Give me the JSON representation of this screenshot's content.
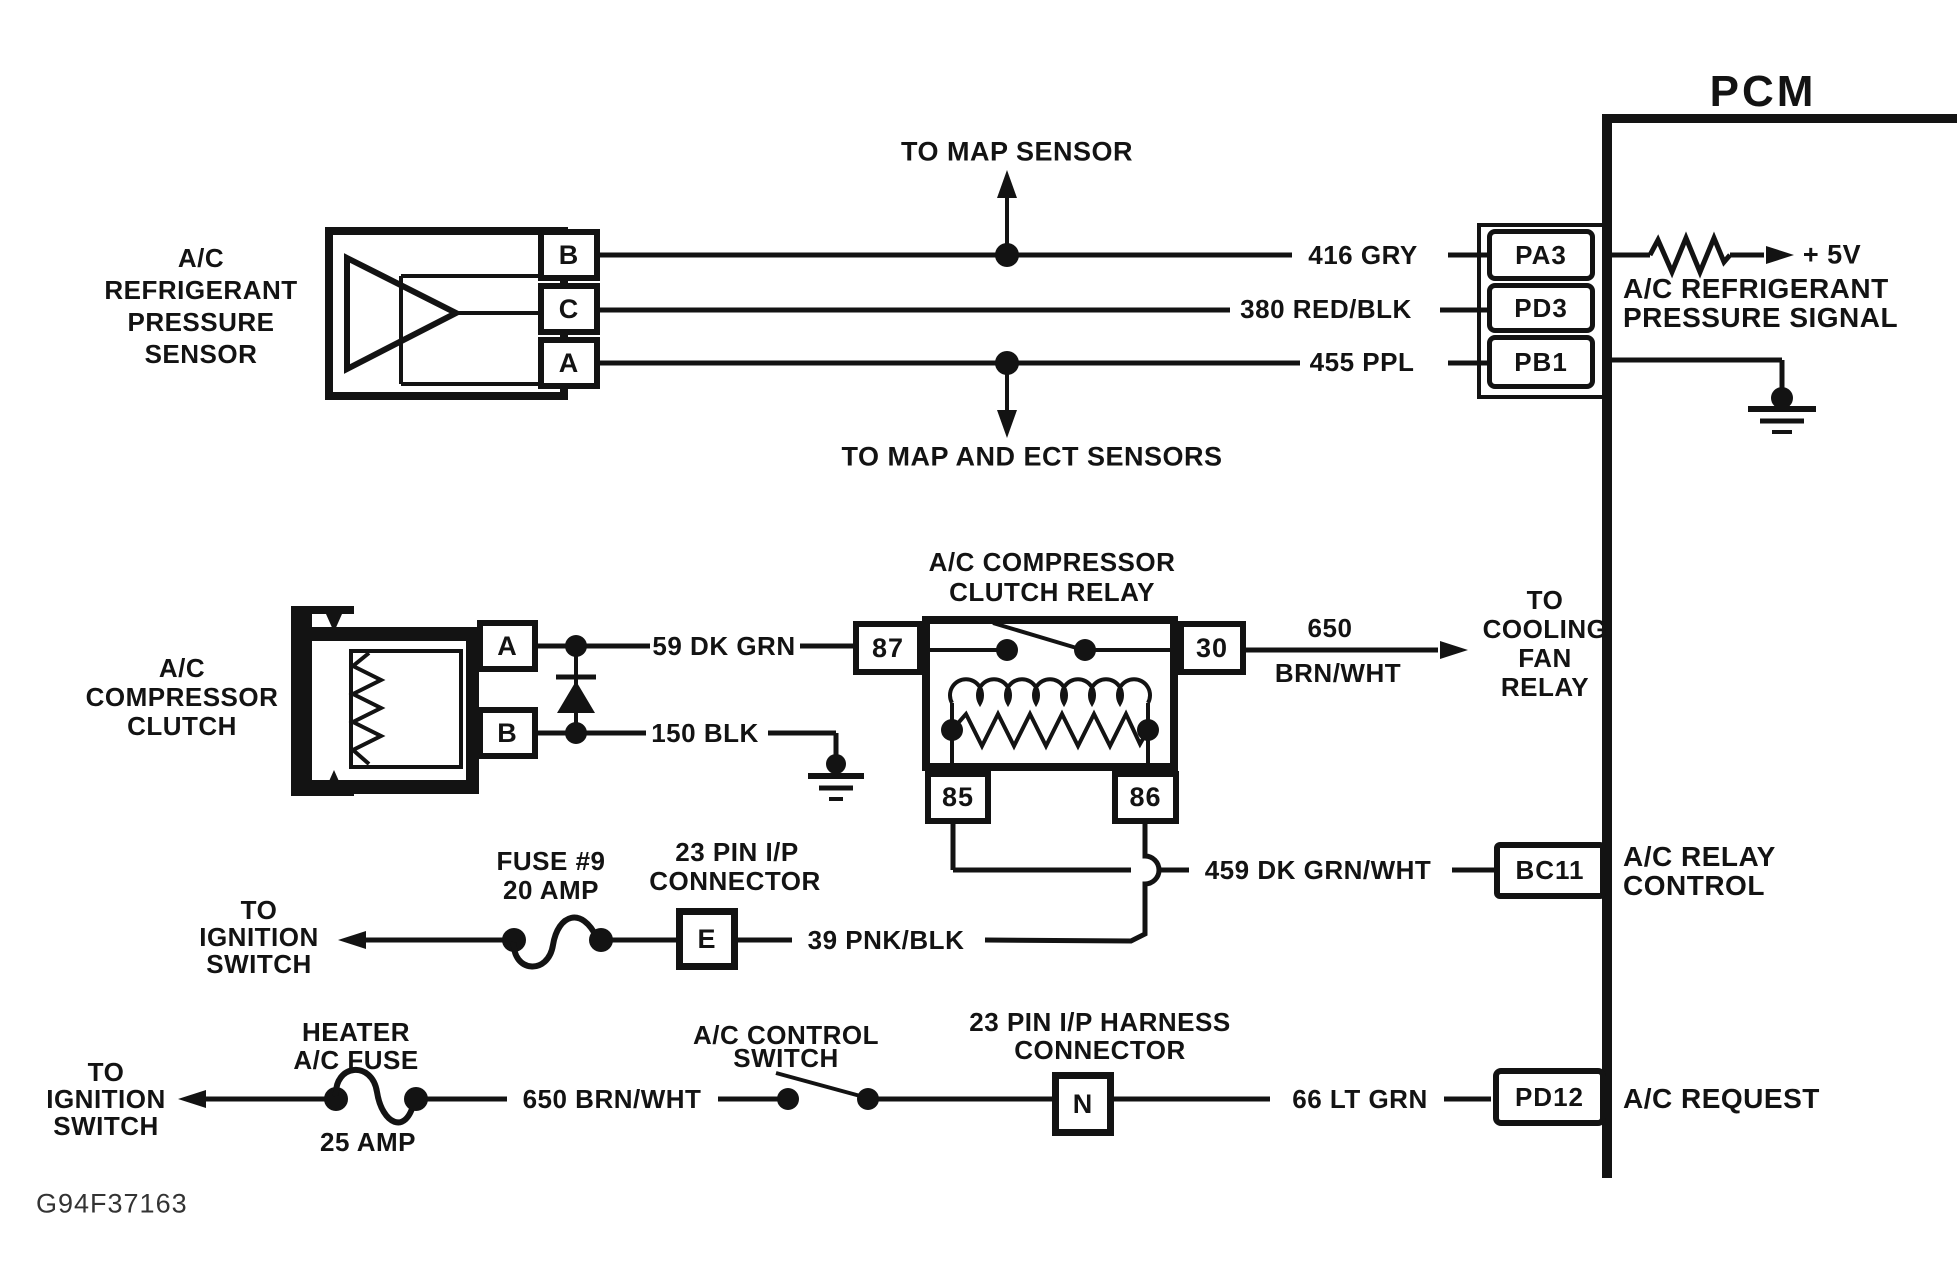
{
  "pcm": {
    "title": "PCM",
    "pins": {
      "pa3": "PA3",
      "pd3": "PD3",
      "pb1": "PB1",
      "bc11": "BC11",
      "pd12": "PD12"
    },
    "signals": {
      "five_v": "+ 5V",
      "pressure_l1": "A/C REFRIGERANT",
      "pressure_l2": "PRESSURE SIGNAL",
      "relay_l1": "A/C RELAY",
      "relay_l2": "CONTROL",
      "request": "A/C REQUEST"
    }
  },
  "sensor": {
    "l1": "A/C",
    "l2": "REFRIGERANT",
    "l3": "PRESSURE",
    "l4": "SENSOR",
    "pin_b": "B",
    "pin_c": "C",
    "pin_a": "A"
  },
  "notes": {
    "map": "TO MAP SENSOR",
    "map_ect": "TO MAP AND ECT SENSORS"
  },
  "wires": {
    "w416": "416 GRY",
    "w380": "380 RED/BLK",
    "w455": "455 PPL",
    "w59": "59 DK GRN",
    "w150": "150 BLK",
    "w650_num": "650",
    "w650_color": "BRN/WHT",
    "w459": "459 DK GRN/WHT",
    "w39": "39 PNK/BLK",
    "w650b": "650 BRN/WHT",
    "w66": "66 LT GRN"
  },
  "clutch": {
    "l1": "A/C",
    "l2": "COMPRESSOR",
    "l3": "CLUTCH",
    "pin_a": "A",
    "pin_b": "B"
  },
  "relay": {
    "t1": "A/C COMPRESSOR",
    "t2": "CLUTCH RELAY",
    "p87": "87",
    "p30": "30",
    "p85": "85",
    "p86": "86"
  },
  "cooling": {
    "l1": "TO",
    "l2": "COOLING",
    "l3": "FAN",
    "l4": "RELAY"
  },
  "fuse9": {
    "name": "FUSE #9",
    "rating": "20 AMP"
  },
  "ip_conn": {
    "l1": "23 PIN I/P",
    "l2": "CONNECTOR",
    "pin": "E"
  },
  "ign1": {
    "l1": "TO",
    "l2": "IGNITION",
    "l3": "SWITCH"
  },
  "heater_fuse": {
    "l1": "HEATER",
    "l2": "A/C FUSE",
    "rating": "25 AMP"
  },
  "ign2": {
    "l1": "TO",
    "l2": "IGNITION",
    "l3": "SWITCH"
  },
  "ac_switch": {
    "l1": "A/C CONTROL",
    "l2": "SWITCH"
  },
  "harness": {
    "l1": "23 PIN I/P HARNESS",
    "l2": "CONNECTOR",
    "pin": "N"
  },
  "doc_id": "G94F37163",
  "colors": {
    "ink": "#131313",
    "paper": "#ffffff"
  }
}
